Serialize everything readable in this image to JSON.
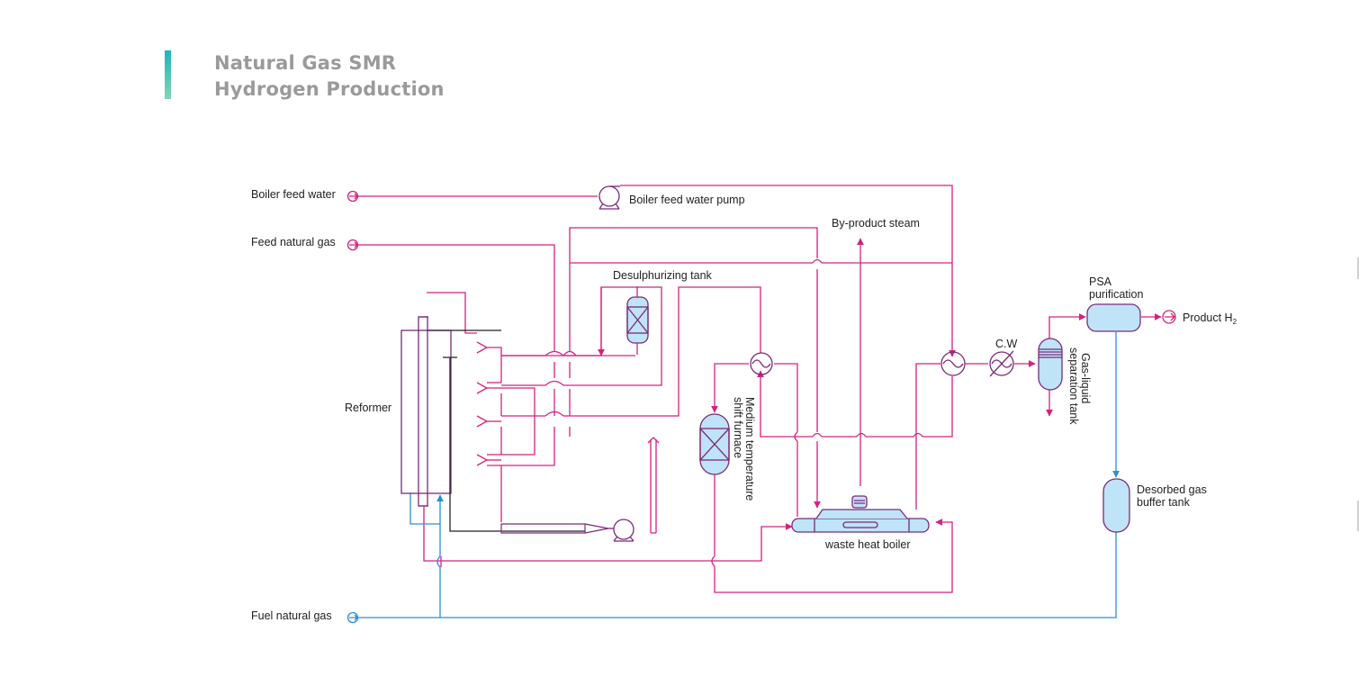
{
  "title": {
    "line1": "Natural Gas SMR",
    "line2": "Hydrogen Production"
  },
  "labels": {
    "boiler_feed_water": "Boiler feed water",
    "boiler_feed_water_pump": "Boiler feed water pump",
    "feed_natural_gas": "Feed natural gas",
    "by_product_steam": "By-product steam",
    "desulphurizing_tank": "Desulphurizing tank",
    "reformer": "Reformer",
    "mts_line1": "Medium temperature",
    "mts_line2": "shift furnace",
    "cw": "C.W",
    "gl_line1": "Gas-liquid",
    "gl_line2": "separation tank",
    "psa_line1": "PSA",
    "psa_line2": "purification",
    "product": "Product H",
    "product_sub": "2",
    "desorbed_line1": "Desorbed gas",
    "desorbed_line2": "buffer tank",
    "waste_heat_boiler": "waste heat boiler",
    "fuel_natural_gas": "Fuel natural gas"
  },
  "colors": {
    "process_line": "#d6217e",
    "fuel_line": "#2a8fd6",
    "equipment_stroke": "#7b2a7a",
    "equipment_fill": "#bfe3f7",
    "title_text": "#9a9a9a",
    "accent": "#19b6bb"
  }
}
